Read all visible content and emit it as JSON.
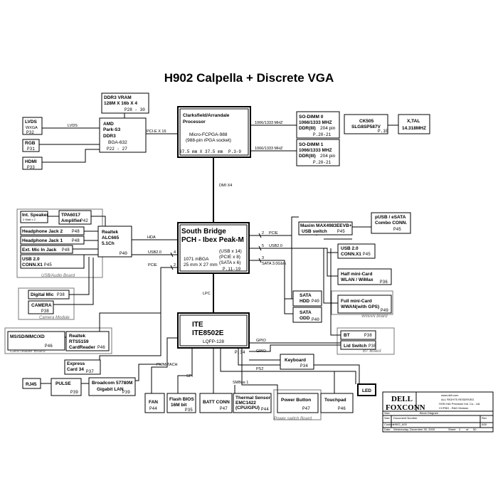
{
  "title": "H902 Calpella + Discrete VGA",
  "boxes": {
    "ddr3_vram": {
      "l1": "DDR3 VRAM",
      "l2": "128M X 16b X 4",
      "p": "P28 - 30"
    },
    "amd": {
      "l1": "AMD",
      "l2": "Park-S3",
      "l3": "DDR3",
      "l4": "BGA-632",
      "p": "P22 - 27"
    },
    "lvds": {
      "l1": "LVDS",
      "l2": "WXGA",
      "p": "P32"
    },
    "rgb": {
      "l1": "RGB",
      "p": "P31"
    },
    "hdmi": {
      "l1": "HDMI",
      "p": "P33"
    },
    "cpu": {
      "l1": "Clarksfield/Arrandale",
      "l2": "Processor",
      "l3": "Micro-FCPGA-988",
      "l4": "(988-pin rPGA socket)",
      "size": "37.5 mm X 37.5 mm",
      "p": "P.3-9"
    },
    "sodimm0": {
      "l1": "SO-DIMM 0",
      "l2": "1066/1333 MHZ",
      "l3": "DDR(III)",
      "l4": "204 pin",
      "p": "P.20-21"
    },
    "sodimm1": {
      "l1": "SO-DIMM 1",
      "l2": "1066/1333 MHZ",
      "l3": "DDR(III)",
      "l4": "204 pin",
      "p": "P.20-21"
    },
    "ck505": {
      "l1": "CK505",
      "l2": "SLG8SP587V",
      "p": "P.10"
    },
    "xtal": {
      "l1": "X,TAL",
      "l2": "14.318MHZ"
    },
    "int_speaker": {
      "l1": "Int. Speaker",
      "l2": "2 Watt x 2"
    },
    "tpa6017": {
      "l1": "TPA6017",
      "l2": "Amplifier",
      "p": "P42"
    },
    "hp_jack2": {
      "l1": "Headphone Jack 2",
      "p": "P48"
    },
    "hp_jack1": {
      "l1": "Headphone Jack 1",
      "p": "P48"
    },
    "ext_mic": {
      "l1": "Ext. Mic In Jack",
      "p": "P48"
    },
    "usb20_left": {
      "l1": "USB 2.0",
      "l2": "CONN.X1",
      "p": "P45"
    },
    "realtek_alc": {
      "l1": "Realtek",
      "l2": "ALC665",
      "l3": "5.1Ch",
      "p": "P40"
    },
    "south_bridge": {
      "l1": "South Bridge",
      "l2": "PCH - Ibex Peak-M",
      "l3": "(USB x 14)",
      "l4": "(PCIE x 8)",
      "l5": "(SATA x 6)",
      "l6": "1071 mBGA",
      "l7": "25 mm X 27 mm",
      "p": "P.11-19"
    },
    "maxim": {
      "l1": "Maxim MAX4983EEVB+",
      "l2": "USB switch",
      "p": "P45"
    },
    "pusb": {
      "l1": "pUSB / eSATA",
      "l2": "Combo CONN.",
      "p": "P45"
    },
    "usb20_right": {
      "l1": "USB 2.0",
      "l2": "CONN.X1",
      "p": "P45"
    },
    "half_minicard": {
      "l1": "Half mini-Card",
      "l2": "WLAN / WiMax",
      "p": "P36"
    },
    "full_minicard": {
      "l1": "Full mini-Card",
      "l2": "WWAN(with GPS)",
      "p": "P49"
    },
    "sata_hdd": {
      "l1": "SATA",
      "l2": "HDD",
      "p": "P40"
    },
    "sata_odd": {
      "l1": "SATA",
      "l2": "ODD",
      "p": "P40"
    },
    "digital_mic": {
      "l1": "Digital Mic",
      "p": "P38"
    },
    "camera": {
      "l1": "CAMERA",
      "p": "P38"
    },
    "card_msd": {
      "l1": "MS/SD/MMC/XD",
      "p": "P46"
    },
    "realtek_rts": {
      "l1": "Realtek",
      "l2": "RTS5159",
      "l3": "CardReader",
      "p": "P46"
    },
    "express_card": {
      "l1": "Express",
      "l2": "Card 34",
      "p": "P37"
    },
    "ite": {
      "l1": "ITE",
      "l2": "ITE8502E",
      "l3": "LQFP-128",
      "p": "P.34"
    },
    "bt": {
      "l1": "BT",
      "p": "P38"
    },
    "lid_switch": {
      "l1": "Lid Switch",
      "p": "P38"
    },
    "keyboard": {
      "l1": "Keyboard",
      "p": "P34"
    },
    "rj45": {
      "l1": "RJ45"
    },
    "pulse": {
      "l1": "PULSE",
      "p": "P39"
    },
    "broadcom": {
      "l1": "Broadcom 57780M",
      "l2": "Gigabit LAN",
      "p": "P39"
    },
    "fan": {
      "l1": "FAN",
      "p": "P44"
    },
    "flash_bios": {
      "l1": "Flash BIOS",
      "l2": "16M bit",
      "p": "P35"
    },
    "batt_conn": {
      "l1": "BATT CONN",
      "p": "P47"
    },
    "thermal": {
      "l1": "Thermal Sensor",
      "l2": "EMC1422",
      "l3": "(CPU/GPU)",
      "p": "P44"
    },
    "power_button": {
      "l1": "Power Button",
      "p": "P47"
    },
    "touchpad": {
      "l1": "Touchpad",
      "p": "P46"
    },
    "led": {
      "l1": "LED"
    }
  },
  "groups": {
    "usb_audio": "USB/Audio Board",
    "camera_module": "Camera Module",
    "card_reader": "Card reader Board",
    "wwan": "WWAN board",
    "bt_board": "BT Board",
    "power_switch": "Power switch Board"
  },
  "links": {
    "lvds": "LVDS",
    "pcie_x16": "PCI-E X 16",
    "mem0": "1066/1333 MHZ",
    "mem1": "1066/1333 MHZ",
    "dmi": "DMI X4",
    "hda": "HDA",
    "usb20": "USB2.0",
    "usb_n4": "4",
    "pcie_l": "PCIE",
    "pcie_n2": "2",
    "pcie_r": "PCIE",
    "pcie_r_n": "2",
    "usb20_r": "USB2.0",
    "usb_r_n": "5",
    "sata": "SATA 3.0Gb/s",
    "sata_n": "3",
    "lpc": "LPC",
    "gpio1": "GPIO",
    "gpio2": "GPIO",
    "pwm": "PWM/TACH",
    "spi": "SPI",
    "smbus": "SMBus 1",
    "ps2": "PS2"
  },
  "title_block": {
    "brand1": "DELL",
    "brand2": "FOXCONN",
    "web": "www.dell.com",
    "rights": "ALL RIGHTS RESERVED",
    "company": "HON HAI Precision Ind. Co., Ltd.",
    "division": "CCPBG - R&D Division",
    "doc_title": "Block Diagram",
    "size_label": "Size",
    "size_val": "Custom",
    "docnum_label": "Document Number",
    "docnum_val": "H902_A00",
    "rev_label": "Rev",
    "rev_val": "A00",
    "date_label": "Date:",
    "date_val": "Wednesday, December 30, 2009",
    "sheet_label": "Sheet",
    "sheet_val": "2",
    "of_label": "of",
    "of_val": "50"
  }
}
